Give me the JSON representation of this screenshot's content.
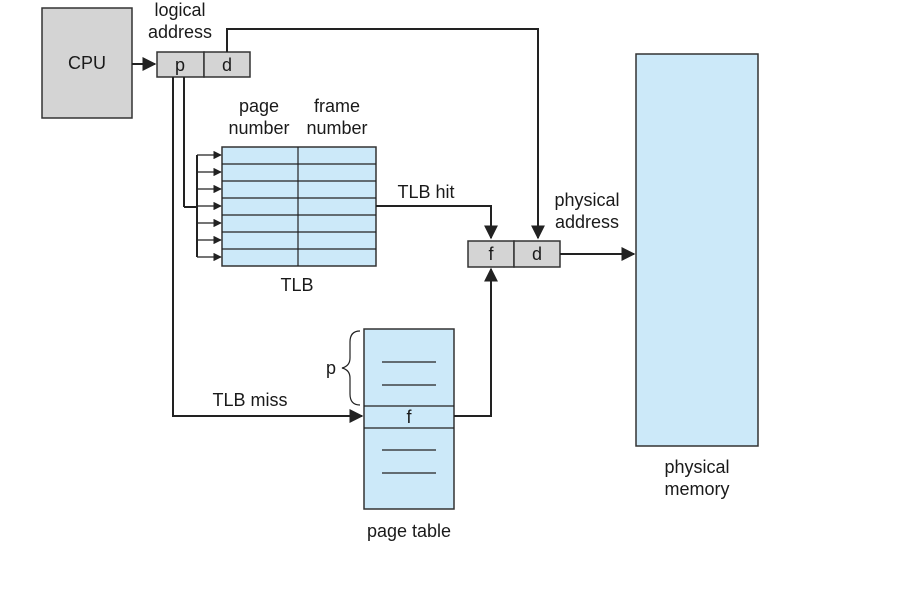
{
  "cpu": {
    "label": "CPU"
  },
  "logical_address": {
    "line1": "logical",
    "line2": "address",
    "p": "p",
    "d": "d"
  },
  "tlb": {
    "label": "TLB",
    "col1_line1": "page",
    "col1_line2": "number",
    "col2_line1": "frame",
    "col2_line2": "number",
    "rows": 7
  },
  "tlb_hit": "TLB hit",
  "tlb_miss": "TLB miss",
  "physical_address": {
    "line1": "physical",
    "line2": "address",
    "f": "f",
    "d": "d"
  },
  "page_table": {
    "label": "page table",
    "p_marker": "p",
    "entry": "f"
  },
  "physical_memory": {
    "line1": "physical",
    "line2": "memory"
  },
  "colors": {
    "gray": "#d4d4d4",
    "blue": "#cce9f9",
    "line": "#222222"
  }
}
